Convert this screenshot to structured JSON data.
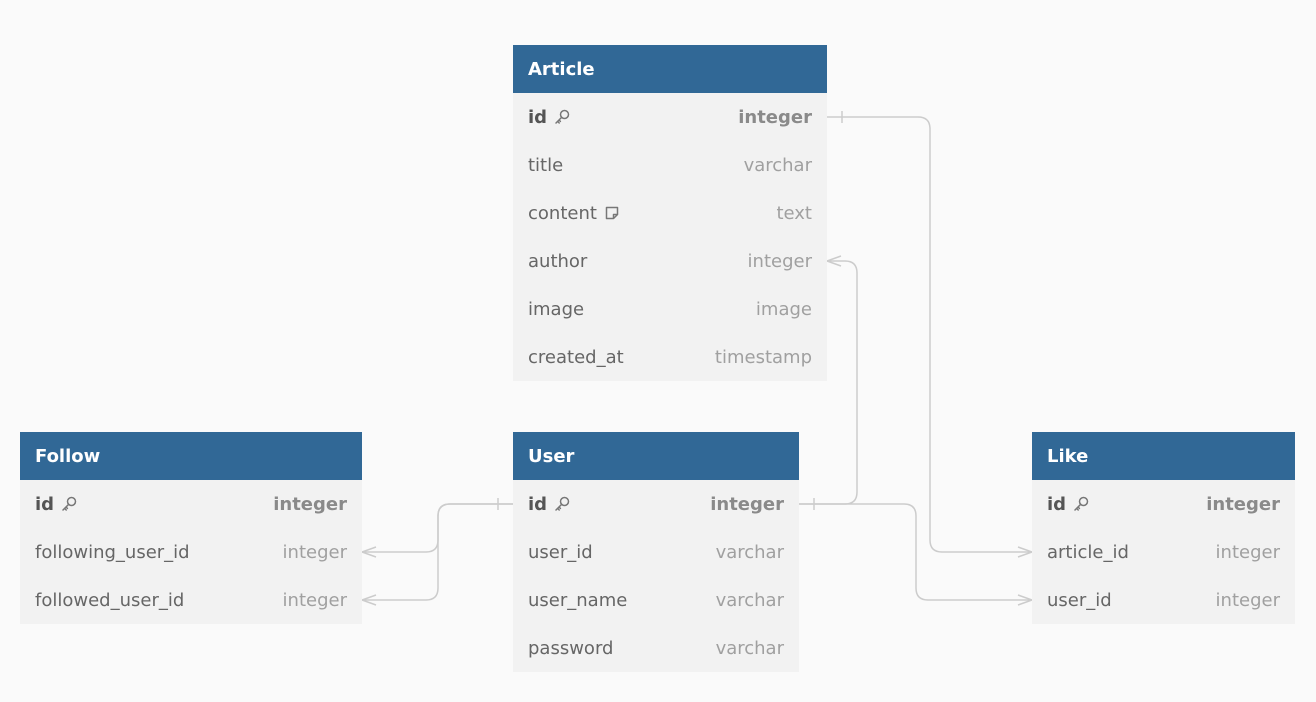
{
  "tables": [
    {
      "id": "article",
      "name": "Article",
      "fields": [
        {
          "name": "id",
          "type": "integer",
          "pk": true,
          "icon": "key-icon"
        },
        {
          "name": "title",
          "type": "varchar"
        },
        {
          "name": "content",
          "type": "text",
          "icon": "note-icon"
        },
        {
          "name": "author",
          "type": "integer"
        },
        {
          "name": "image",
          "type": "image"
        },
        {
          "name": "created_at",
          "type": "timestamp"
        }
      ]
    },
    {
      "id": "follow",
      "name": "Follow",
      "fields": [
        {
          "name": "id",
          "type": "integer",
          "pk": true,
          "icon": "key-icon"
        },
        {
          "name": "following_user_id",
          "type": "integer"
        },
        {
          "name": "followed_user_id",
          "type": "integer"
        }
      ]
    },
    {
      "id": "user",
      "name": "User",
      "fields": [
        {
          "name": "id",
          "type": "integer",
          "pk": true,
          "icon": "key-icon"
        },
        {
          "name": "user_id",
          "type": "varchar"
        },
        {
          "name": "user_name",
          "type": "varchar"
        },
        {
          "name": "password",
          "type": "varchar"
        }
      ]
    },
    {
      "id": "like",
      "name": "Like",
      "fields": [
        {
          "name": "id",
          "type": "integer",
          "pk": true,
          "icon": "key-icon"
        },
        {
          "name": "article_id",
          "type": "integer"
        },
        {
          "name": "user_id",
          "type": "integer"
        }
      ]
    }
  ],
  "relations": [
    {
      "from": "article.author",
      "to": "user.id",
      "type": "many-to-one"
    },
    {
      "from": "follow.following_user_id",
      "to": "user.id",
      "type": "many-to-one"
    },
    {
      "from": "follow.followed_user_id",
      "to": "user.id",
      "type": "many-to-one"
    },
    {
      "from": "like.article_id",
      "to": "article.id",
      "type": "many-to-one"
    },
    {
      "from": "like.user_id",
      "to": "user.id",
      "type": "many-to-one"
    }
  ],
  "colors": {
    "header": "#316896",
    "body": "#f2f2f2",
    "background": "#fafafa",
    "connector": "#cccccc"
  }
}
